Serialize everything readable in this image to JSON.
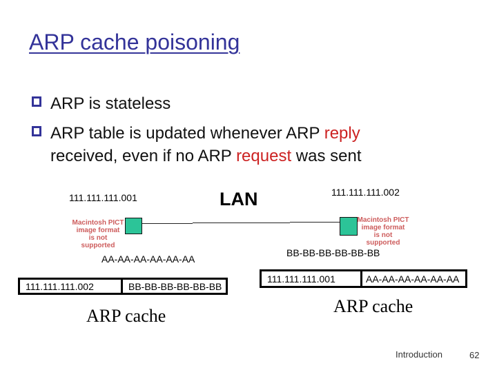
{
  "slide": {
    "title": "ARP cache poisoning",
    "footer": {
      "section": "Introduction",
      "page_number": "62"
    }
  },
  "bullets": [
    {
      "lines": [
        [
          {
            "text": "ARP is stateless"
          }
        ]
      ]
    },
    {
      "lines": [
        [
          {
            "text": "ARP table is updated whenever ARP "
          },
          {
            "text": "reply"
          }
        ],
        [
          {
            "text": "received, even if no ARP "
          },
          {
            "text": "request"
          },
          {
            "text": " was sent"
          }
        ]
      ]
    }
  ],
  "diagram": {
    "lan_label": "LAN",
    "left_host": {
      "ip": "111.111.111.001",
      "mac": "AA-AA-AA-AA-AA-AA",
      "placeholder_lines": [
        "Macintosh PICT",
        "image format",
        "is not supported"
      ]
    },
    "right_host": {
      "ip": "111.111.111.002",
      "mac": "BB-BB-BB-BB-BB-BB",
      "placeholder_lines": [
        "Macintosh PICT",
        "image format",
        "is not supported"
      ]
    }
  },
  "arp_caches": {
    "left": {
      "caption": "ARP cache",
      "row": {
        "ip": "111.111.111.002",
        "mac": "BB-BB-BB-BB-BB-BB"
      }
    },
    "right": {
      "caption": "ARP cache",
      "row": {
        "ip": "111.111.111.001",
        "mac": "AA-AA-AA-AA-AA-AA"
      }
    }
  },
  "colors": {
    "title_blue": "#333399",
    "accent_red": "#cc2222",
    "placeholder_red": "#cd5c5c",
    "host_green": "#2cc498"
  }
}
